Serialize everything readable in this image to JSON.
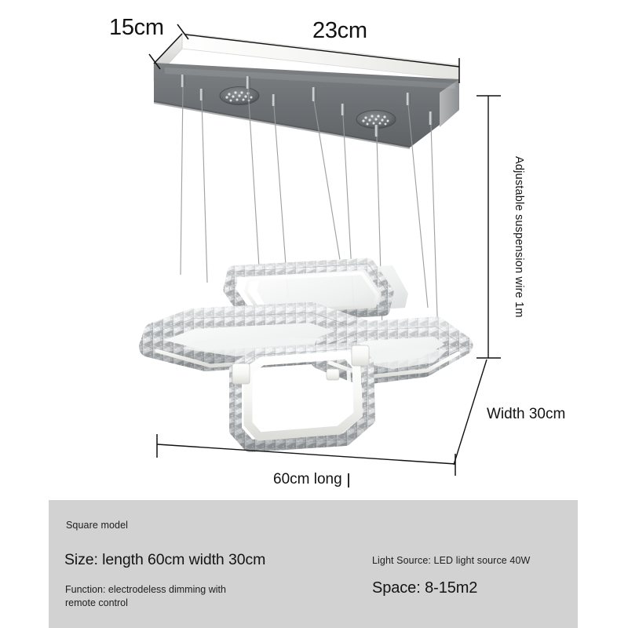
{
  "page": {
    "background": "#ffffff",
    "subject": "crystal LED pendant chandelier dimension diagram"
  },
  "dimensions": {
    "depth_label": "15cm",
    "canopy_width_label": "23cm",
    "suspension_label": "Adjustable suspension wire 1m",
    "width_label": "Width 30cm",
    "length_label": "60cm long"
  },
  "product": {
    "canopy": {
      "name": "rectangular chrome ceiling canopy plate",
      "face_color": "#6f7376",
      "top_color": "#f2f2f0",
      "edge_color": "#c9c9c7",
      "led_pads": 2,
      "cable_nipples": 9
    },
    "wires": {
      "name": "steel suspension wires",
      "count": 9,
      "color": "#9a9a9a"
    },
    "rings": {
      "name": "interlocking crystal square rings",
      "count": 3,
      "crystal_color": "#b9bcbe",
      "chrome_color": "#f4f4f2"
    }
  },
  "spec_panel": {
    "background": "#d2d2d2",
    "model": "Square model",
    "size": "Size: length 60cm width 30cm",
    "function": "Function: electrodeless dimming with remote control",
    "light_source": "Light Source: LED light source 40W",
    "space": "Space: 8-15m2"
  },
  "colors": {
    "page_background": "#ffffff",
    "panel_background": "#d2d2d2",
    "text": "#1b1b1b",
    "dimension_line": "#111111"
  }
}
